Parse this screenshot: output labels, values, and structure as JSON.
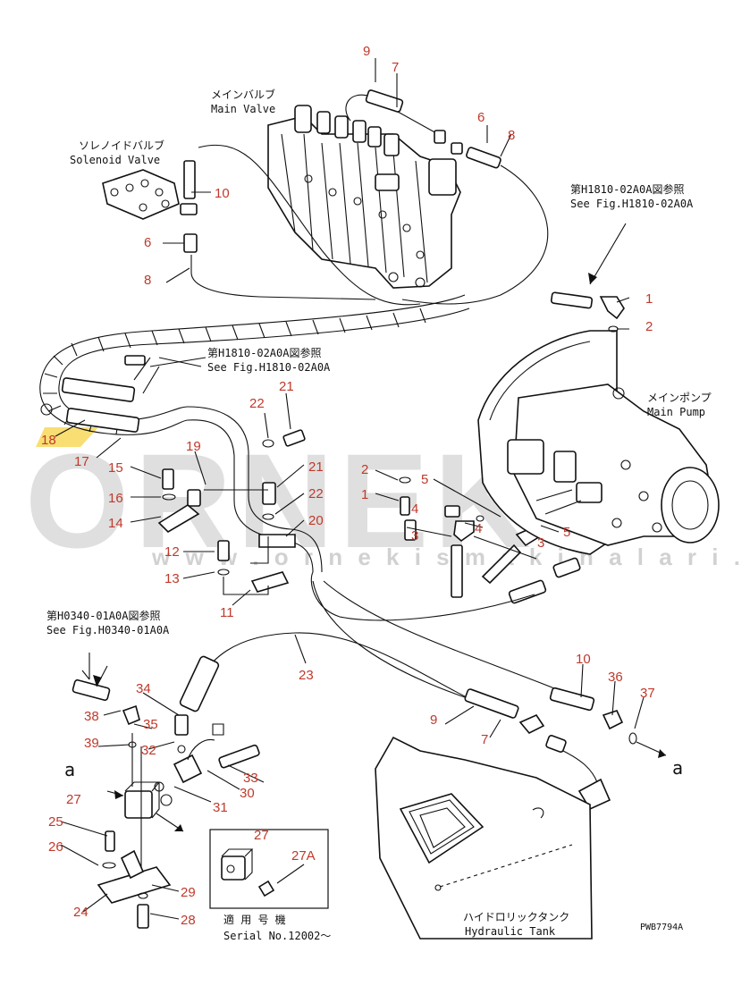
{
  "diagram": {
    "drawing_code": "PWB7794A",
    "labels": {
      "main_valve_jp": "メインバルブ",
      "main_valve_en": "Main Valve",
      "solenoid_jp": "ソレノイドバルブ",
      "solenoid_en": "Solenoid Valve",
      "ref_h1810_right_jp": "第H1810-02A0A図参照",
      "ref_h1810_right_en": "See Fig.H1810-02A0A",
      "ref_h1810_left_jp": "第H1810-02A0A図参照",
      "ref_h1810_left_en": "See Fig.H1810-02A0A",
      "main_pump_jp": "メインポンプ",
      "main_pump_en": "Main Pump",
      "ref_h0340_jp": "第H0340-01A0A図参照",
      "ref_h0340_en": "See Fig.H0340-01A0A",
      "tank_jp": "ハイドロリックタンク",
      "tank_en": "Hydraulic Tank",
      "serial_jp": "適 用 号 機",
      "serial_en": "Serial No.12002〜",
      "view_a_left": "a",
      "view_a_right": "a"
    },
    "part_numbers": {
      "p9_top": "9",
      "p7_top": "7",
      "p6_top": "6",
      "p8_top": "8",
      "p10_top": "10",
      "p6_left": "6",
      "p8_left": "8",
      "p1_right": "1",
      "p2_right": "2",
      "p21_top": "21",
      "p22_top": "22",
      "p18": "18",
      "p17": "17",
      "p15": "15",
      "p19": "19",
      "p16": "16",
      "p14": "14",
      "p21_mid": "21",
      "p22_mid": "22",
      "p20": "20",
      "p2_mid": "2",
      "p1_mid": "1",
      "p5_left": "5",
      "p4_left": "4",
      "p3_left": "3",
      "p4_mid": "4",
      "p3_mid": "3",
      "p5_right": "5",
      "p12": "12",
      "p13": "13",
      "p11": "11",
      "p23": "23",
      "p10_bottom": "10",
      "p36": "36",
      "p37": "37",
      "p34": "34",
      "p38": "38",
      "p35": "35",
      "p39": "39",
      "p32": "32",
      "p9_bottom": "9",
      "p7_bottom": "7",
      "p27_left": "27",
      "p33": "33",
      "p30": "30",
      "p31": "31",
      "p25": "25",
      "p26": "26",
      "p27_box": "27",
      "p27a": "27A",
      "p29": "29",
      "p24": "24",
      "p28": "28"
    }
  },
  "watermark": {
    "brand": "ORNEK",
    "url": "w w w . o r n e k i s m a k i n a l a r i . c o m . t r",
    "accent_color": "#f2c200",
    "watermark_color": "#9a9a9a"
  },
  "colors": {
    "line": "#111111",
    "part_number": "#c0392b",
    "background": "#ffffff"
  }
}
